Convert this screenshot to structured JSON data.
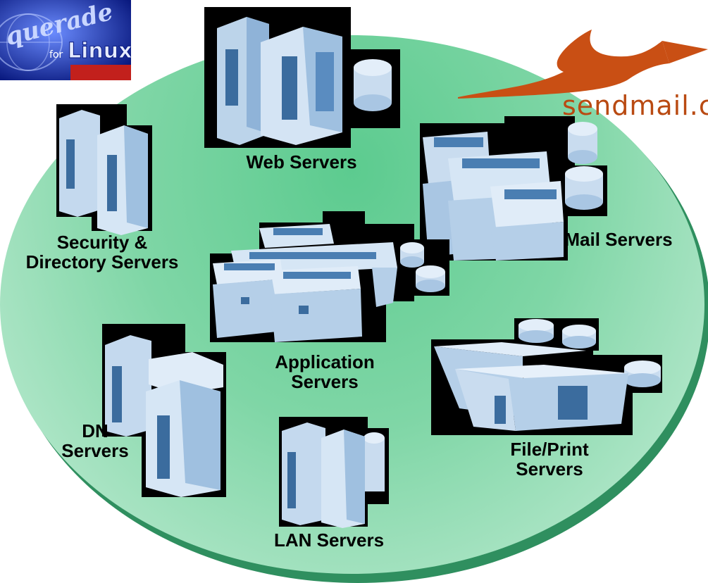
{
  "labels": {
    "web": "Web Servers",
    "security_line1": "Security &",
    "security_line2": "Directory Servers",
    "mail": "Mail Servers",
    "application_line1": "Application",
    "application_line2": "Servers",
    "dn_line1": "DN",
    "dn_line2": "Servers",
    "fileprint_line1": "File/Print",
    "fileprint_line2": "Servers",
    "lan": "LAN Servers"
  },
  "logos": {
    "masquerade_text": "querade",
    "linux_text": "Linux",
    "for_text": "for",
    "sendmail_text": "sendmail.c"
  },
  "colors": {
    "oval": "#7fd6a6",
    "oval_edge": "#2f8f5f",
    "server_body": "#bcd4ea",
    "server_dark": "#3b6c9e",
    "sendmail": "#b94a12",
    "linux_banner": "#1b2fb0"
  }
}
